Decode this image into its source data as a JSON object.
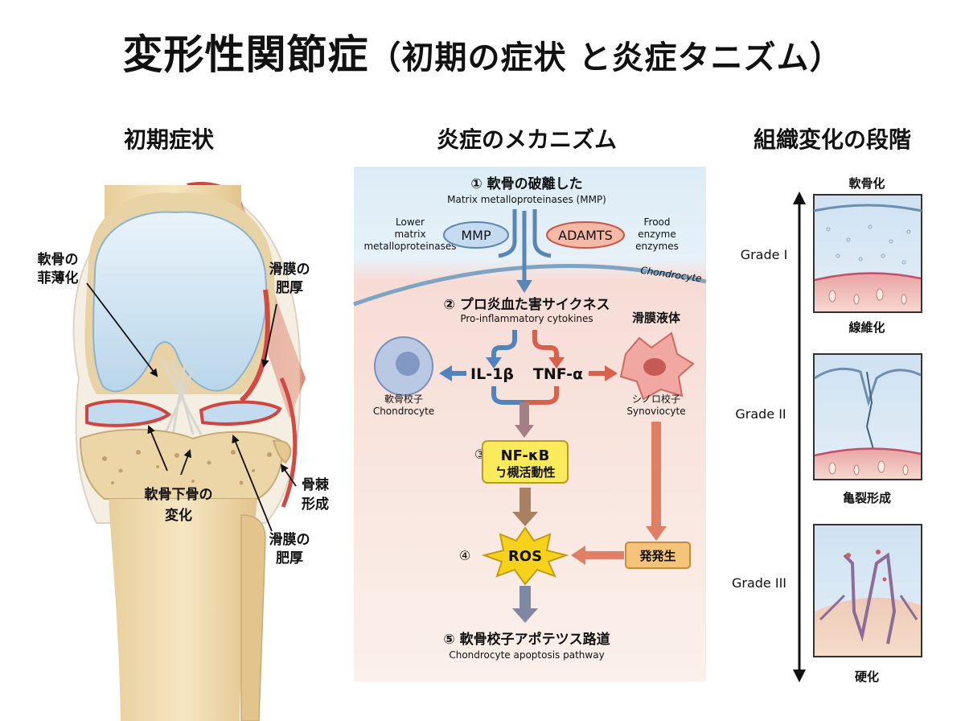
{
  "title": {
    "main": "変形性関節症",
    "sub": "（初期の症状 と炎症タニズム）"
  },
  "columns": {
    "left": "初期症状",
    "middle": "炎症のメカニズム",
    "right": "組織変化の段階"
  },
  "knee_labels": {
    "cartilage_thinning_1": "軟骨の",
    "cartilage_thinning_2": "菲薄化",
    "synovium_top_1": "滑膜の",
    "synovium_top_2": "肥厚",
    "subchondral_1": "軟骨下骨の",
    "subchondral_2": "変化",
    "osteophyte_1": "骨棘",
    "osteophyte_2": "形成",
    "synovium_bottom_1": "滑膜の",
    "synovium_bottom_2": "肥厚"
  },
  "mechanism": {
    "step1_num": "①",
    "step1_jp": "軟骨の破離した",
    "step1_en": "Matrix metalloproteinases (MMP)",
    "lower_1": "Lower",
    "lower_2": "matrix",
    "lower_3": "metalloproteinases",
    "mmp": "MMP",
    "adamts": "ADAMTS",
    "frood_1": "Frood",
    "frood_2": "enzyme",
    "frood_3": "enzymes",
    "chondrocyte_membrane": "Chondrocyte",
    "step2_num": "②",
    "step2_jp": "プロ炎血た害サイクネス",
    "step2_en": "Pro-inflammatory cytokines",
    "synovial_fluid": "滑膜液体",
    "il1b": "IL-1β",
    "tnfa": "TNF-α",
    "chondrocyte_jp": "軟骨校子",
    "chondrocyte_en": "Chondrocyte",
    "synoviocyte_jp": "シノロ校子",
    "synoviocyte_en": "Synoviocyte",
    "step3_num": "③",
    "nfkb_1": "NF-κB",
    "nfkb_2": "ㄅ槻活動性",
    "step4_num": "④",
    "ros": "ROS",
    "hatsu": "発発生",
    "step5_num": "⑤",
    "step5_jp": "軟骨校子アポテツス路道",
    "step5_en": "Chondrocyte apoptosis pathway"
  },
  "stages": {
    "top_label": "軟骨化",
    "grade1": "Grade I",
    "label1": "線維化",
    "grade2": "Grade II",
    "label2": "亀裂形成",
    "grade3": "Grade III",
    "label3": "硬化"
  }
}
